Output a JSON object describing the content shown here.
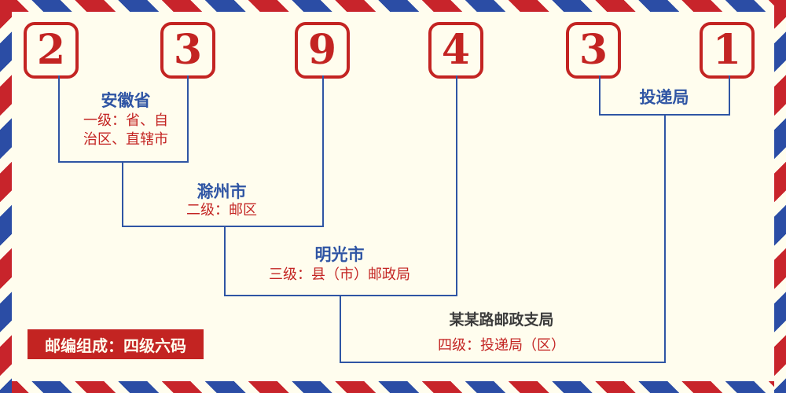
{
  "postal_code": {
    "digits": [
      "2",
      "3",
      "9",
      "4",
      "3",
      "1"
    ]
  },
  "levels": {
    "level1": {
      "name": "安徽省",
      "desc": "一级：省、自\n治区、直辖市"
    },
    "level2": {
      "name": "滁州市",
      "desc": "二级：邮区"
    },
    "level3": {
      "name": "明光市",
      "desc": "三级：县（市）邮政局"
    },
    "level4": {
      "name": "某某路邮政支局",
      "desc": "四级：投递局（区）"
    },
    "delivery": {
      "name": "投递局"
    }
  },
  "footer": {
    "composition": "邮编组成：四级六码"
  },
  "colors": {
    "red": "#c32422",
    "blue": "#2f55a4",
    "background": "#fffdee"
  }
}
